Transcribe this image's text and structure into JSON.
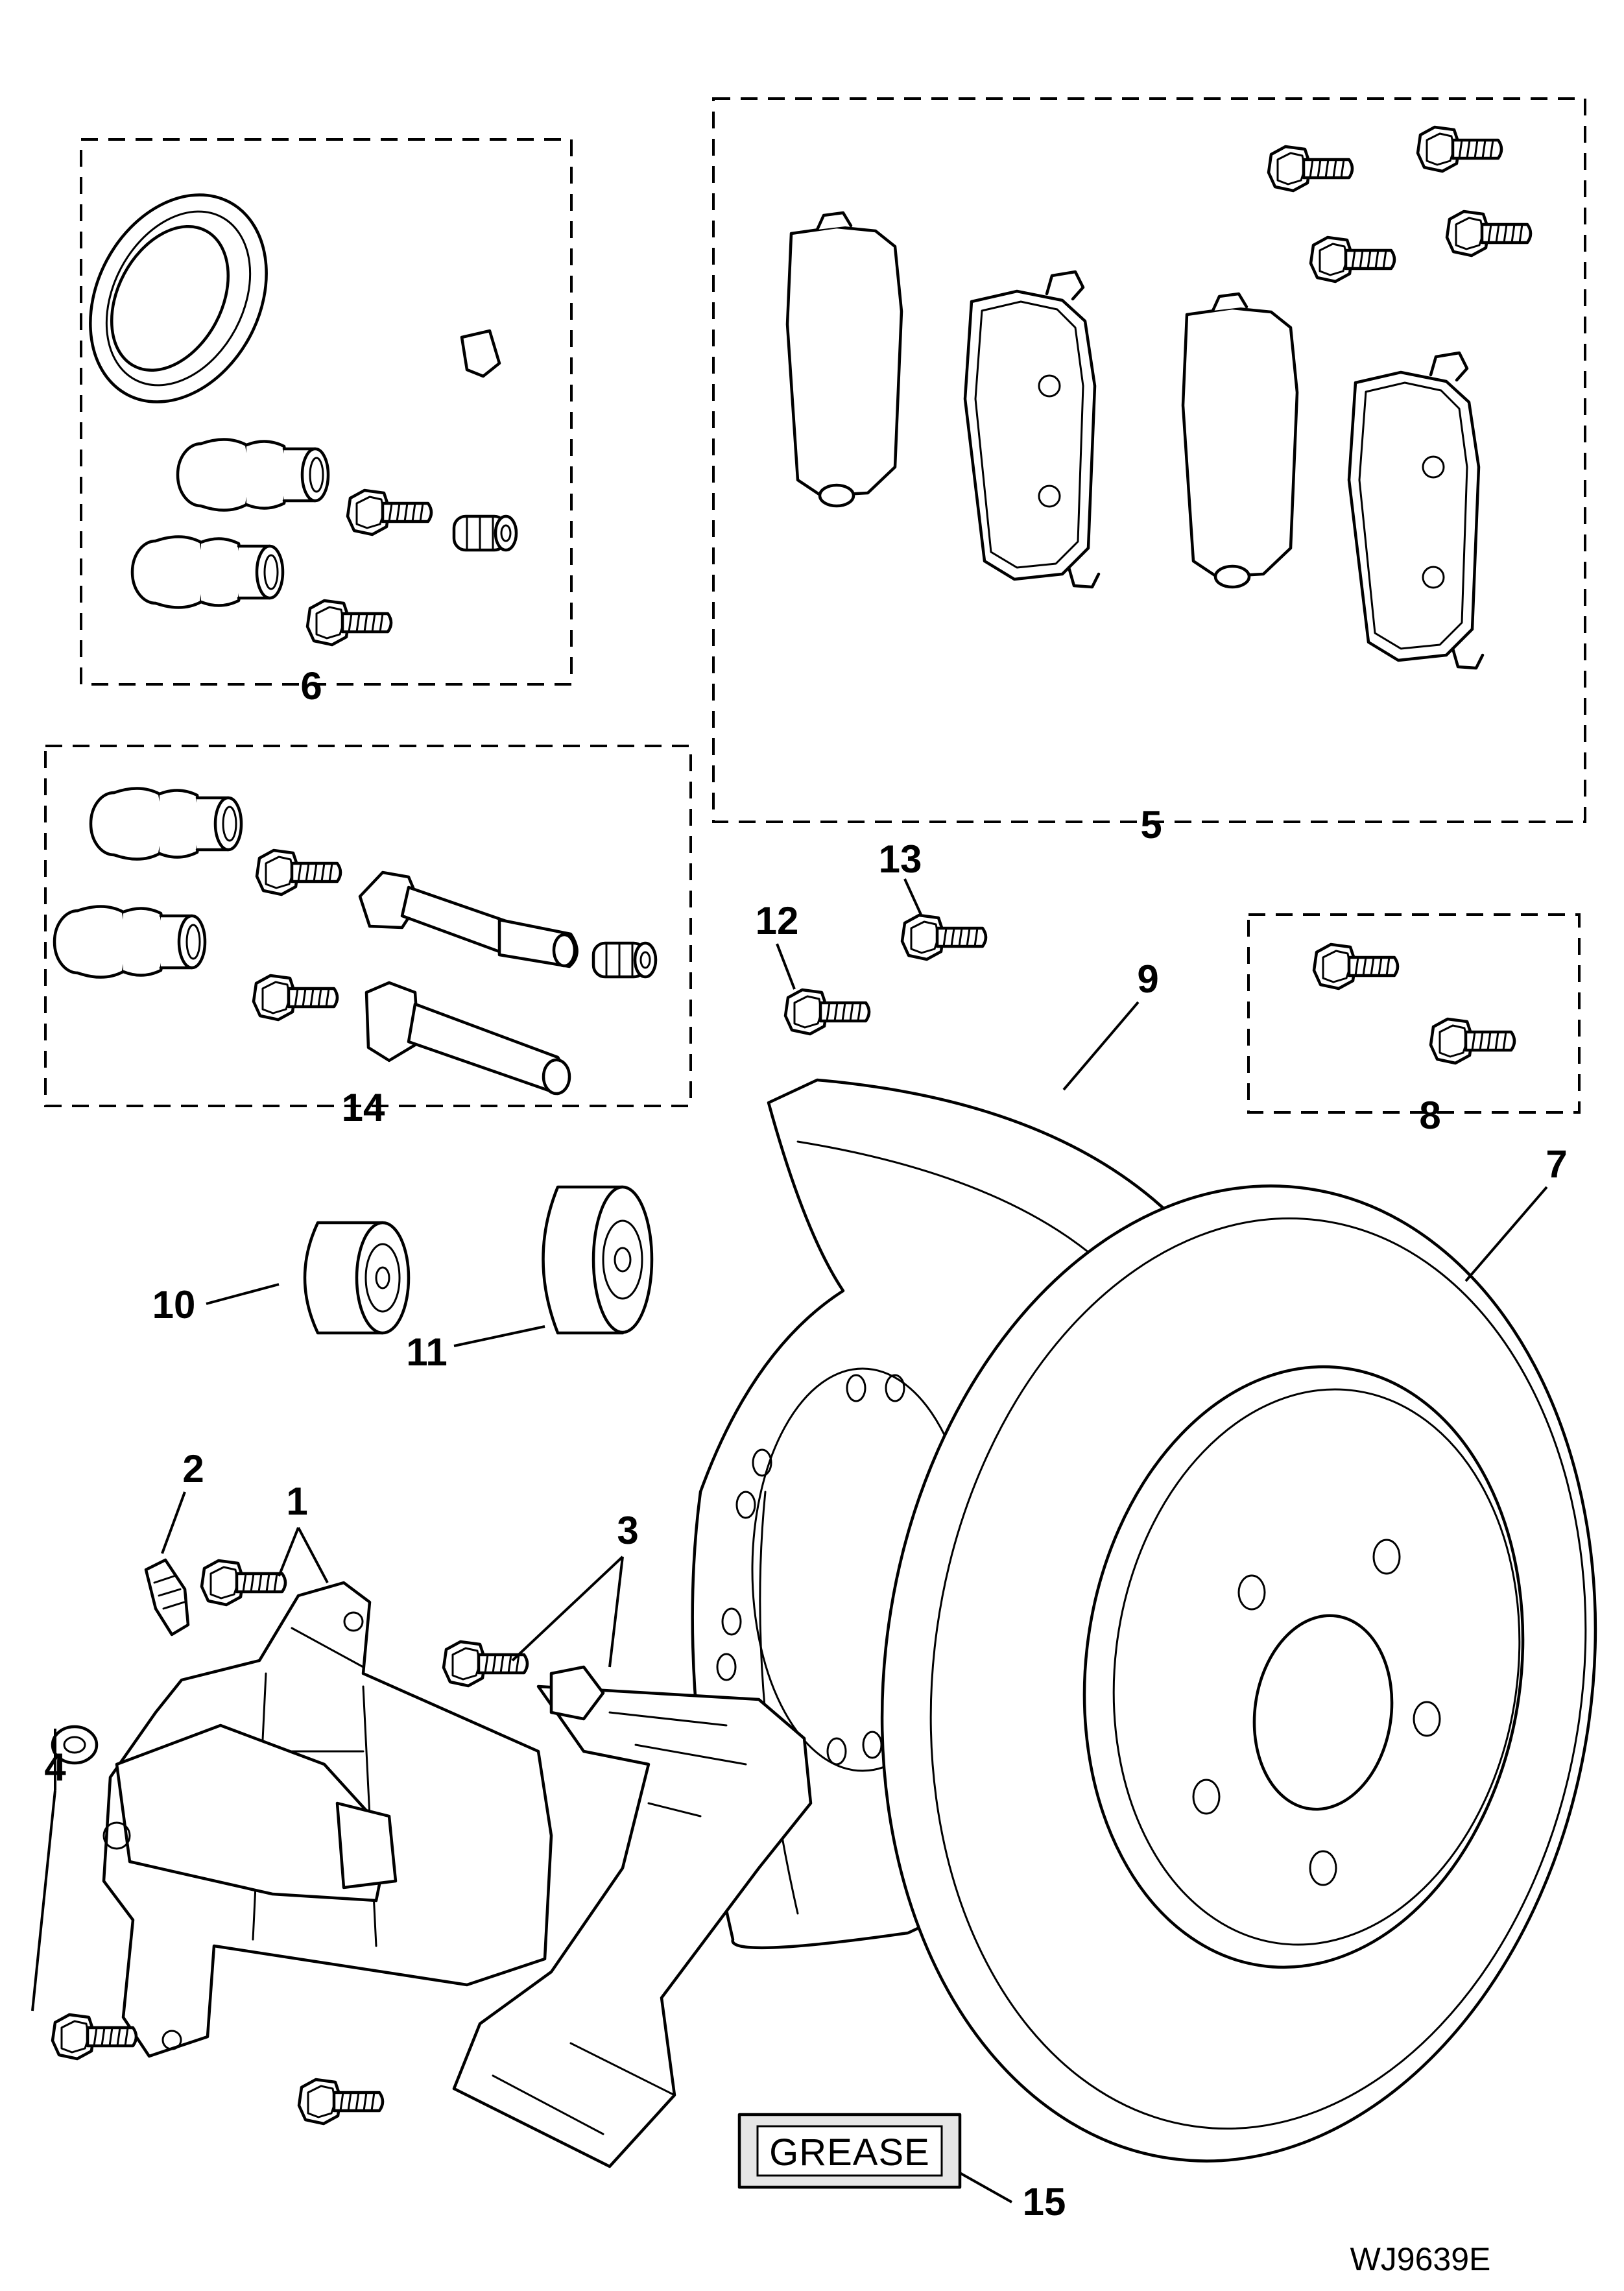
{
  "callouts": {
    "c1": "1",
    "c2": "2",
    "c3": "3",
    "c4": "4",
    "c5": "5",
    "c6": "6",
    "c7": "7",
    "c8": "8",
    "c9": "9",
    "c10": "10",
    "c11": "11",
    "c12": "12",
    "c13": "13",
    "c14": "14",
    "c15": "15"
  },
  "grease_label": "GREASE",
  "drawing_code": "WJ9639E"
}
